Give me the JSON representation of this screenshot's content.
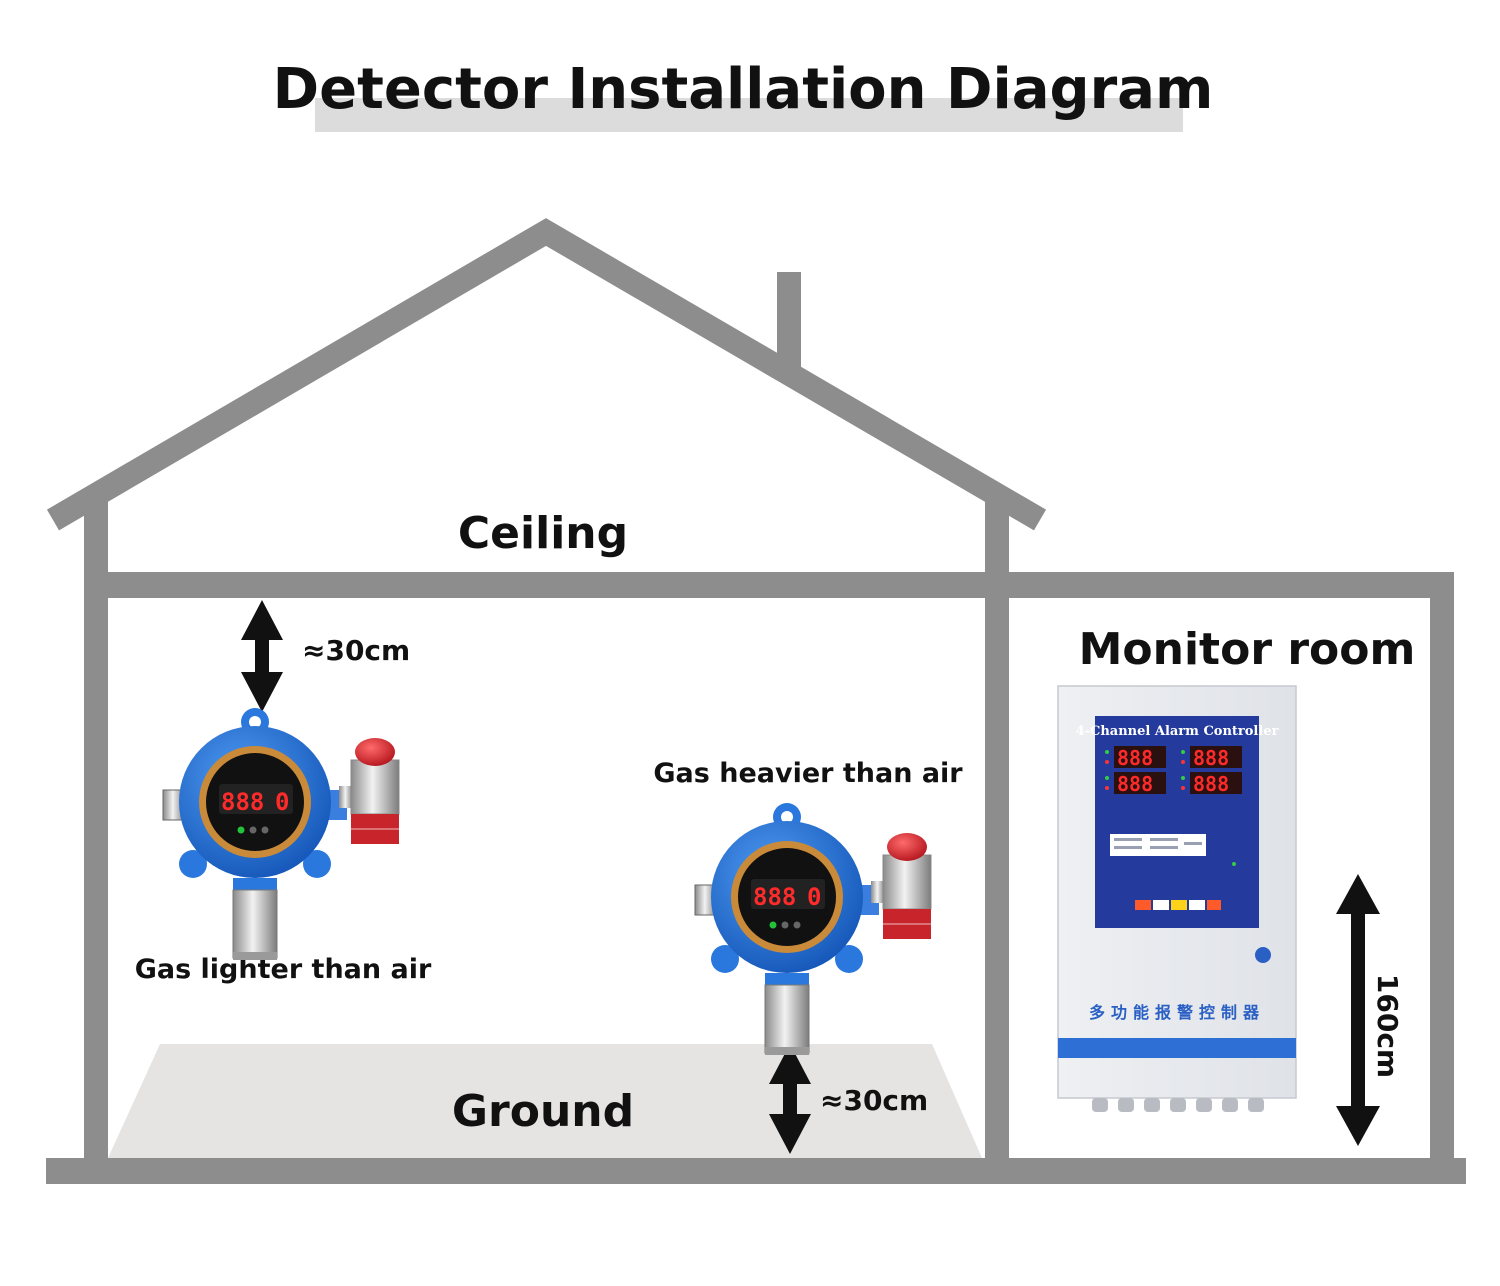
{
  "title": "Detector Installation Diagram",
  "labels": {
    "ceiling": "Ceiling",
    "ground": "Ground",
    "monitor_room": "Monitor room",
    "gas_lighter": "Gas lighter than air",
    "gas_heavier": "Gas heavier than air",
    "distance_ceiling": "≈30cm",
    "distance_ground": "≈30cm",
    "controller_height": "160cm"
  },
  "controller": {
    "panel_title": "4-Channel Alarm Controller",
    "chinese_name": "多功能报警控制器"
  },
  "detector_display": {
    "value": "0"
  },
  "colors": {
    "walls": "#8d8d8d",
    "floor": "#e6e3e3",
    "detector_body": "#1f6fd8",
    "controller_panel": "#243a9c",
    "controller_band": "#2d6fd4",
    "beacon": "#d8202a"
  }
}
